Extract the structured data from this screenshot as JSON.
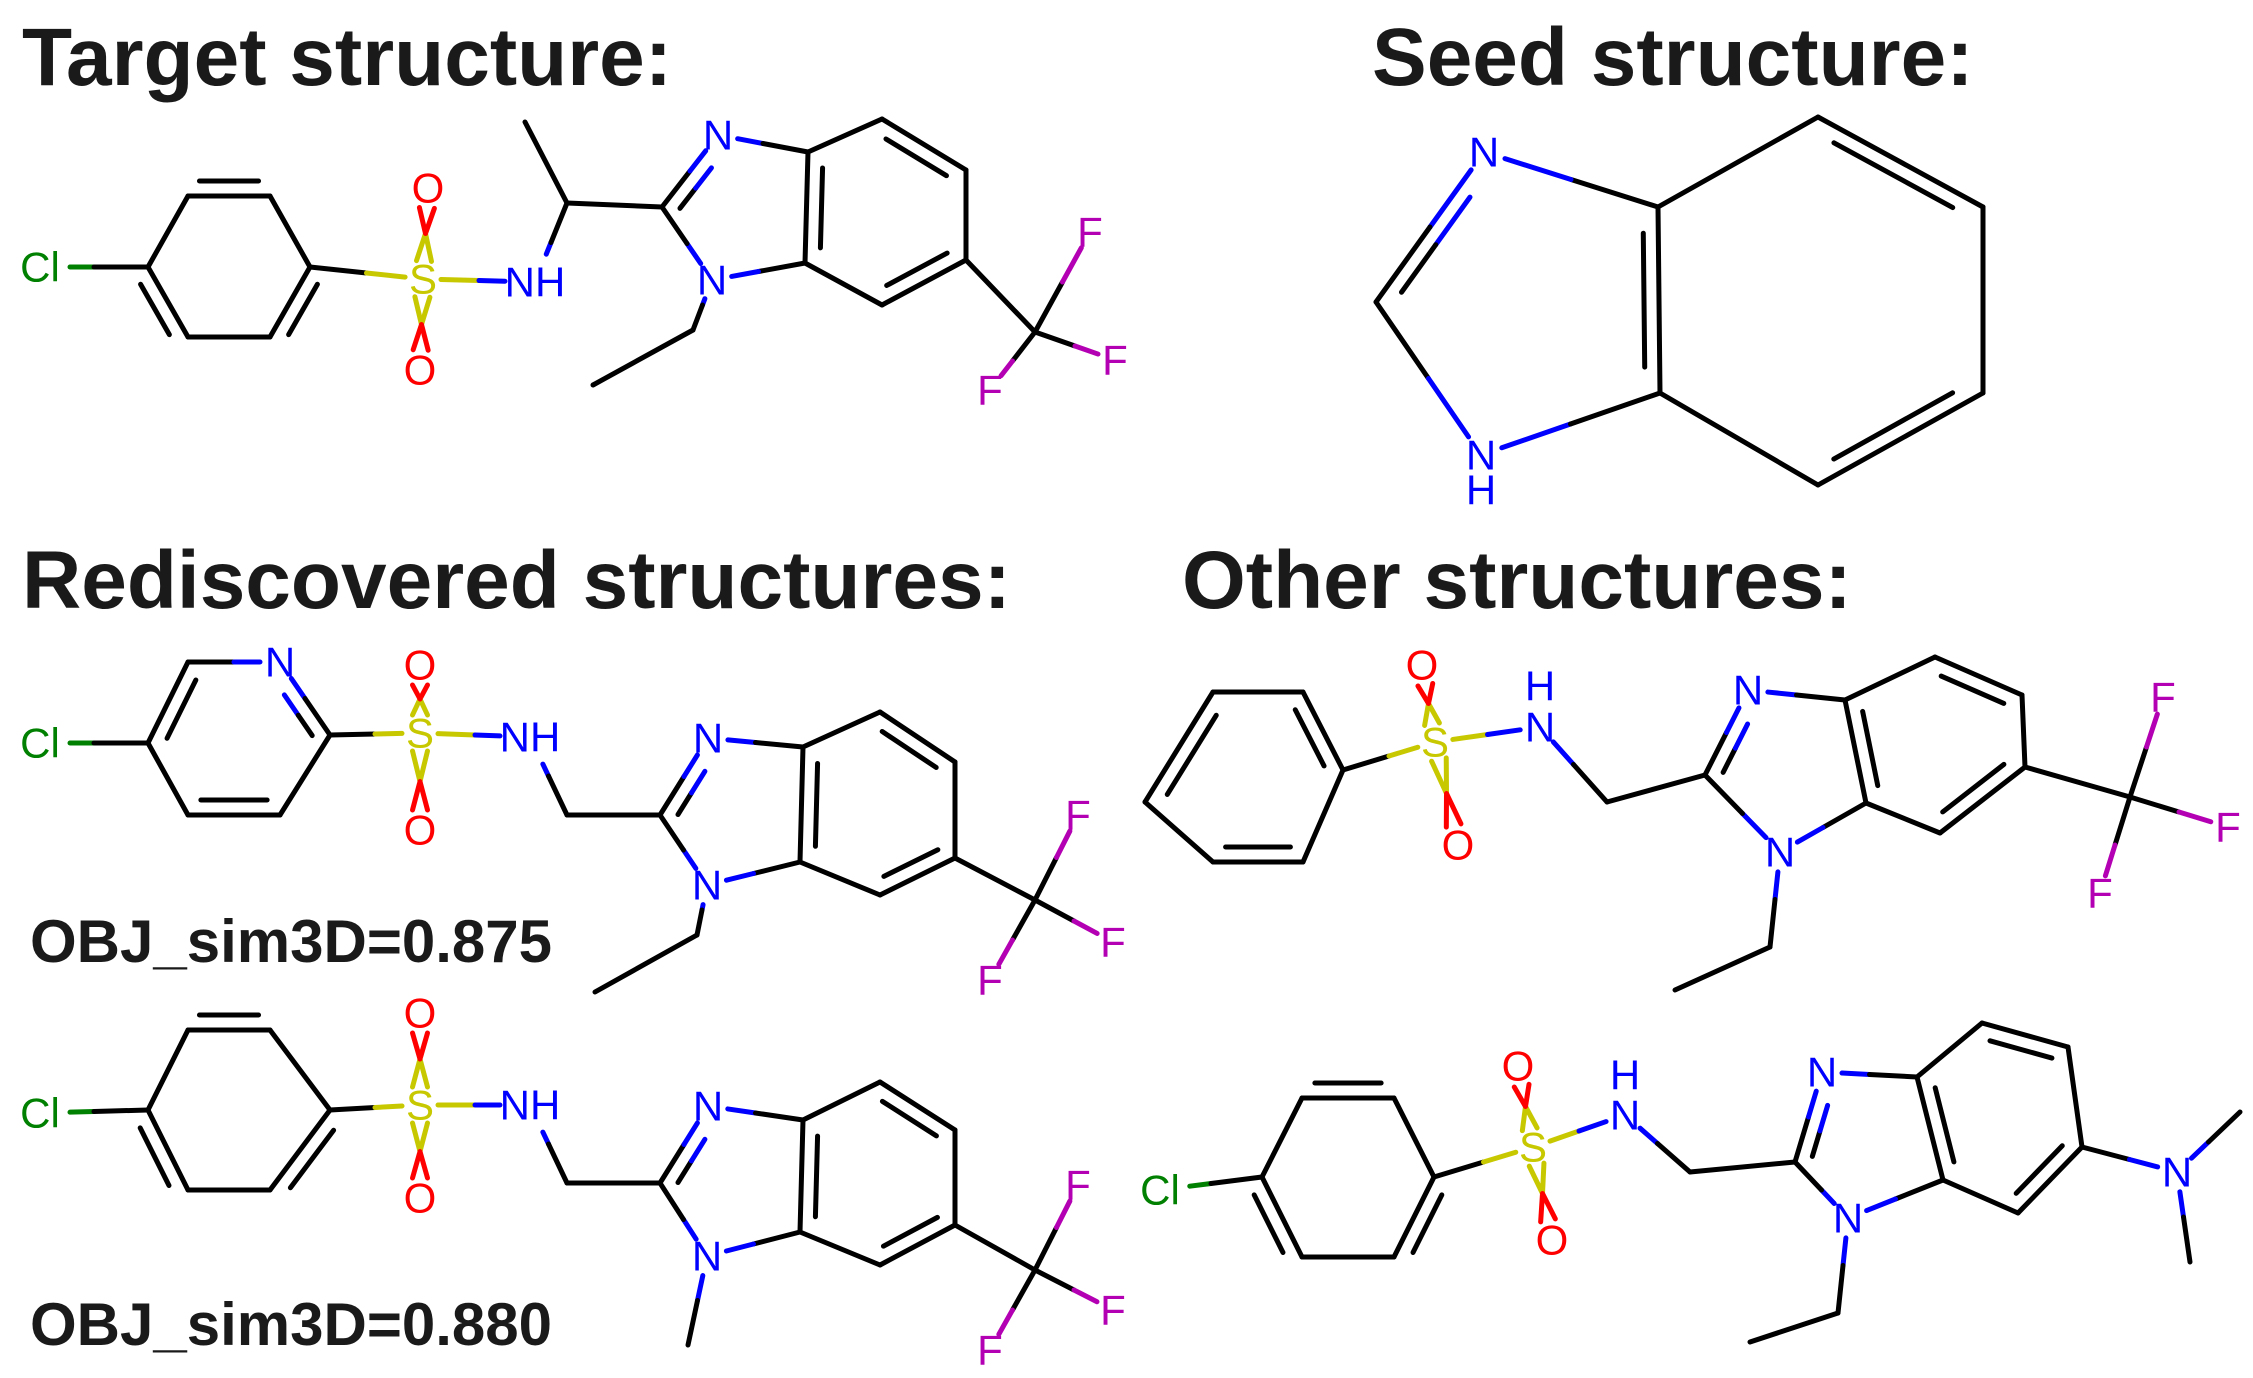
{
  "headings": {
    "target": "Target structure:",
    "seed": "Seed structure:",
    "rediscovered": "Rediscovered structures:",
    "other": "Other structures:"
  },
  "scores": {
    "rediscovered_1": "OBJ_sim3D=0.875",
    "rediscovered_2": "OBJ_sim3D=0.880"
  },
  "atom_labels": {
    "chlorine": "Cl",
    "oxygen": "O",
    "sulfur": "S",
    "nitrogen": "N",
    "hydrogen": "H",
    "amine": "NH",
    "fluorine": "F"
  },
  "colors": {
    "bond": "#000000",
    "nitrogen": "#0000ff",
    "oxygen": "#ff0000",
    "sulfur": "#c8c800",
    "chlorine": "#008000",
    "fluorine": "#b300b3",
    "text": "#1a1a1a"
  }
}
